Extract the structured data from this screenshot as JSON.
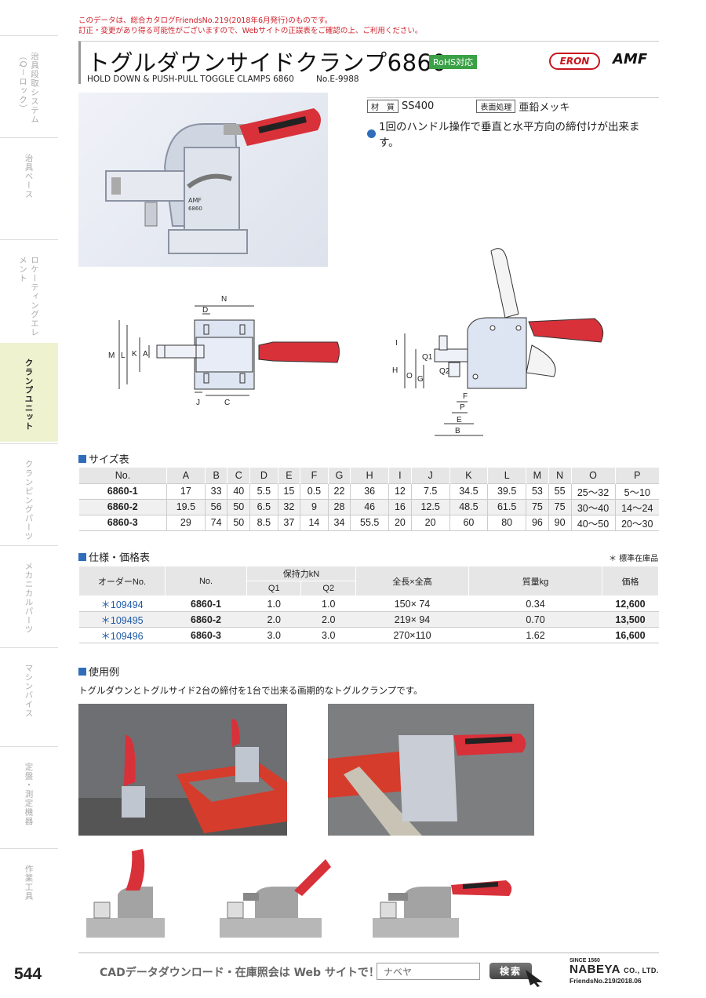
{
  "notice": {
    "line1": "このデータは、総合カタログFriendsNo.219(2018年6月発行)のものです。",
    "line2": "訂正・変更があり得る可能性がございますので、Webサイトの正誤表をご確認の上、ご利用ください。"
  },
  "sidebar": [
    {
      "label": "治具段取システム（Q－ロック）",
      "active": false
    },
    {
      "label": "治具ベース",
      "active": false
    },
    {
      "label": "ロケーティングエレメント",
      "active": false
    },
    {
      "label": "クランプユニット",
      "active": true
    },
    {
      "label": "クランピングパーツ",
      "active": false
    },
    {
      "label": "メカニカルパーツ",
      "active": false
    },
    {
      "label": "マシンバイス",
      "active": false
    },
    {
      "label": "定盤・測定機器",
      "active": false
    },
    {
      "label": "作業工具",
      "active": false
    }
  ],
  "header": {
    "title": "トグルダウンサイドクランプ6860",
    "rohs": "RoHS対応",
    "subtitle": "HOLD DOWN & PUSH-PULL TOGGLE CLAMPS 6860",
    "catalog_no": "No.E-9988",
    "brand1": "ERON",
    "brand2": "AMF"
  },
  "material": {
    "material_label": "材　質",
    "material_value": "SS400",
    "finish_label": "表面処理",
    "finish_value": "亜鉛メッキ",
    "feature": "1回のハンドル操作で垂直と水平方向の締付けが出来ます。"
  },
  "drawing_labels": {
    "front": [
      "N",
      "D",
      "M",
      "L",
      "K",
      "A",
      "J",
      "C"
    ],
    "side": [
      "I",
      "Q1",
      "Q2",
      "H",
      "O",
      "G",
      "F",
      "P",
      "E",
      "B"
    ],
    "clamp_mark": "AMF",
    "clamp_text": "6860"
  },
  "size_table": {
    "title": "サイズ表",
    "headers": [
      "No.",
      "A",
      "B",
      "C",
      "D",
      "E",
      "F",
      "G",
      "H",
      "I",
      "J",
      "K",
      "L",
      "M",
      "N",
      "O",
      "P"
    ],
    "rows": [
      [
        "6860-1",
        "17",
        "33",
        "40",
        "5.5",
        "15",
        "0.5",
        "22",
        "36",
        "12",
        "7.5",
        "34.5",
        "39.5",
        "53",
        "55",
        "25～32",
        "5～10"
      ],
      [
        "6860-2",
        "19.5",
        "56",
        "50",
        "6.5",
        "32",
        "9",
        "28",
        "46",
        "16",
        "12.5",
        "48.5",
        "61.5",
        "75",
        "75",
        "30～40",
        "14～24"
      ],
      [
        "6860-3",
        "29",
        "74",
        "50",
        "8.5",
        "37",
        "14",
        "34",
        "55.5",
        "20",
        "20",
        "60",
        "80",
        "96",
        "90",
        "40～50",
        "20～30"
      ]
    ]
  },
  "spec_table": {
    "title": "仕様・価格表",
    "stock_note": "＊ 標準在庫品",
    "headers": {
      "order": "オーダーNo.",
      "no": "No.",
      "holding": "保持力kN",
      "q1": "Q1",
      "q2": "Q2",
      "size": "全長×全高",
      "mass": "質量kg",
      "price": "価格"
    },
    "rows": [
      {
        "order": "＊109494",
        "no": "6860-1",
        "q1": "1.0",
        "q2": "1.0",
        "size": "150× 74",
        "mass": "0.34",
        "price": "12,600"
      },
      {
        "order": "＊109495",
        "no": "6860-2",
        "q1": "2.0",
        "q2": "2.0",
        "size": "219× 94",
        "mass": "0.70",
        "price": "13,500"
      },
      {
        "order": "＊109496",
        "no": "6860-3",
        "q1": "3.0",
        "q2": "3.0",
        "size": "270×110",
        "mass": "1.62",
        "price": "16,600"
      }
    ]
  },
  "usage": {
    "title": "使用例",
    "text": "トグルダウンとトグルサイド2台の締付を1台で出来る画期的なトグルクランプです。"
  },
  "footer": {
    "page": "544",
    "cad": "CADデータダウンロード・在庫照会は Web サイトで！",
    "search_value": "ナベヤ",
    "search_button": "検索",
    "since": "SINCE 1560",
    "company": "NABEYA",
    "company_suffix": "CO., LTD.",
    "friends": "FriendsNo.219/2018.06"
  },
  "colors": {
    "accent_blue": "#2f6dbb",
    "brand_red": "#c9151e",
    "rohs_green": "#3aa146",
    "active_sidebar": "#eef2cf"
  }
}
